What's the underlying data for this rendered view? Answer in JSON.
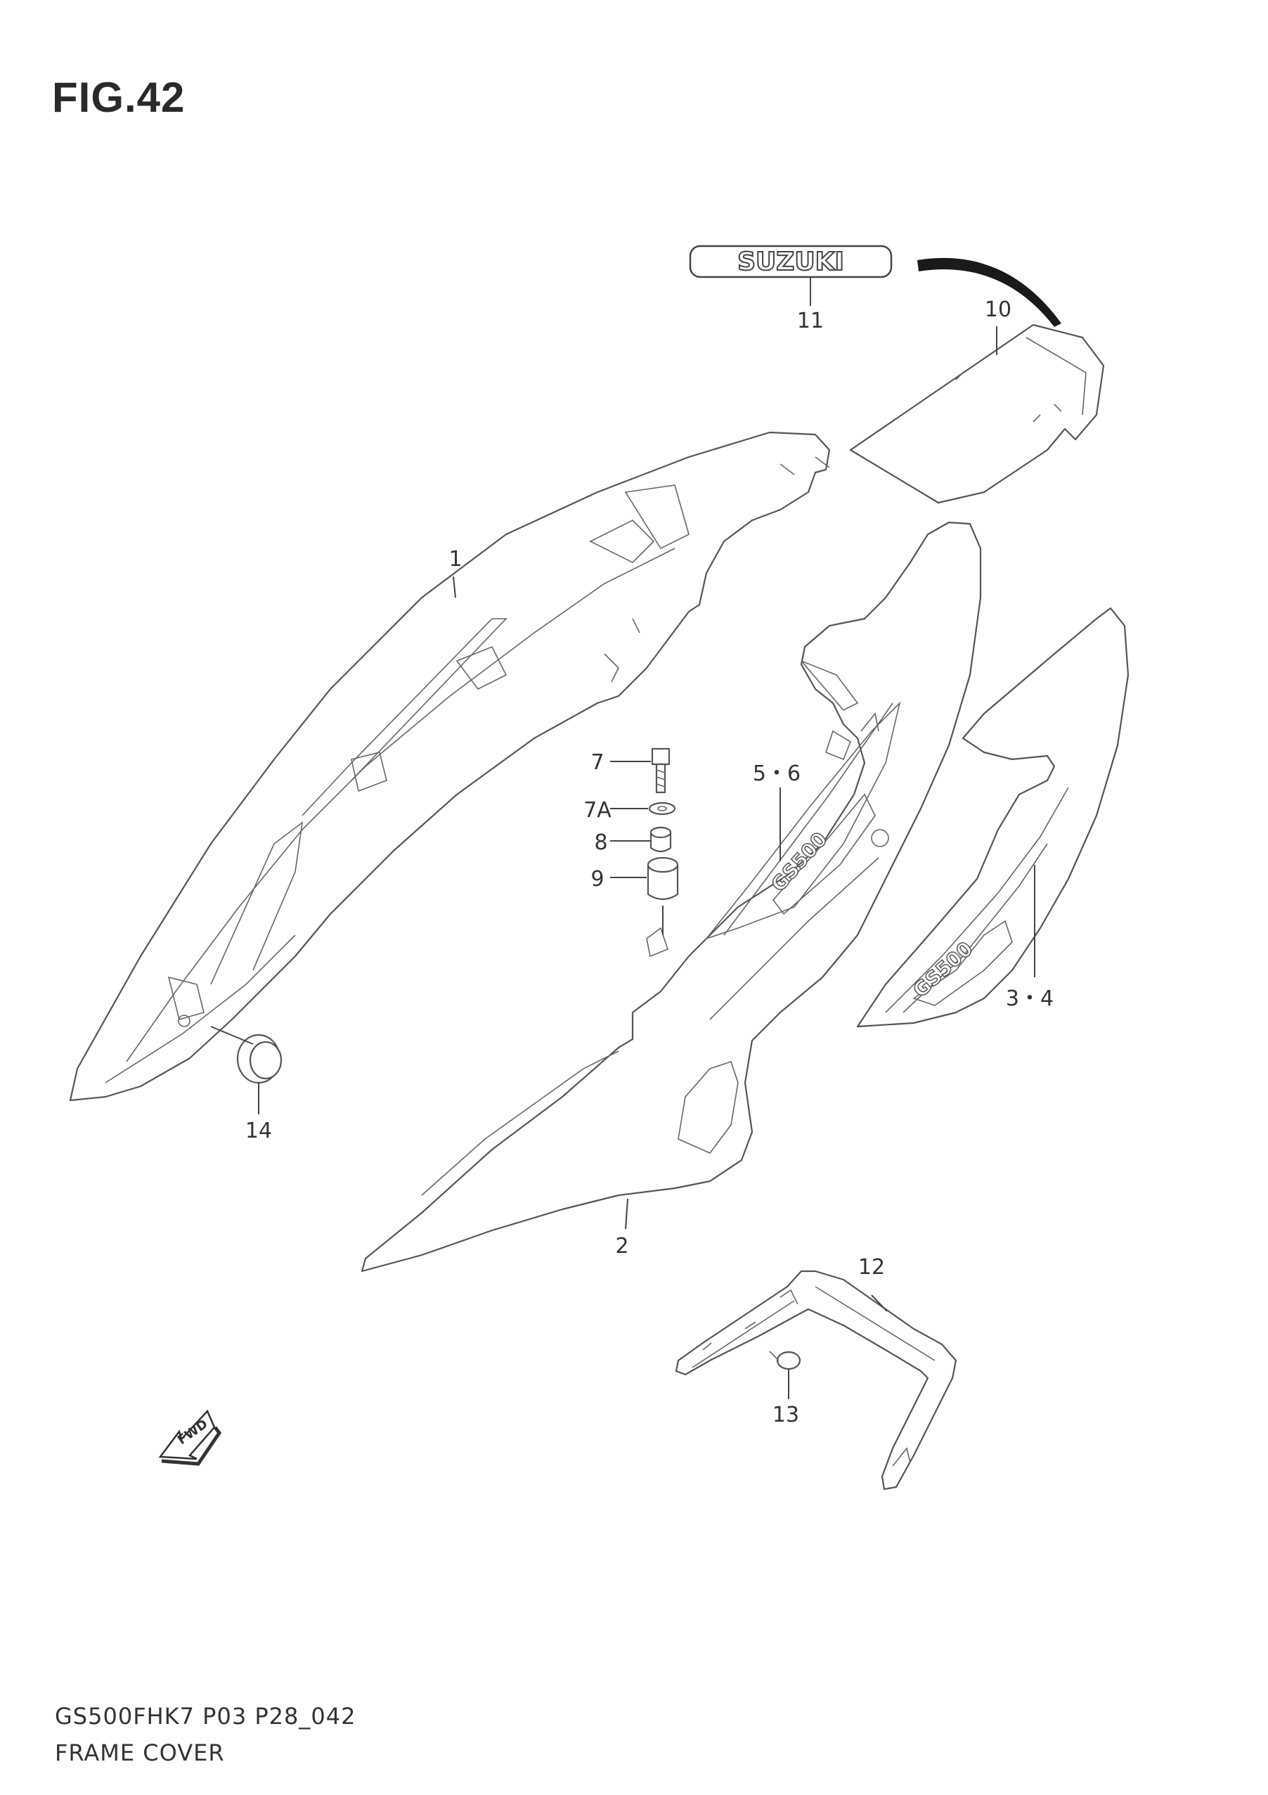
{
  "figure": {
    "title": "FIG.42",
    "model_code": "GS500FHK7 P03 P28_042",
    "section_name": "FRAME COVER"
  },
  "decals": {
    "brand_emblem": "SUZUKI",
    "model_emblem": "GS500",
    "direction_arrow": "FWD"
  },
  "callouts": [
    {
      "id": "c1",
      "label": "1"
    },
    {
      "id": "c2",
      "label": "2"
    },
    {
      "id": "c34",
      "label": "3・4"
    },
    {
      "id": "c56",
      "label": "5・6"
    },
    {
      "id": "c7",
      "label": "7"
    },
    {
      "id": "c7a",
      "label": "7A"
    },
    {
      "id": "c8",
      "label": "8"
    },
    {
      "id": "c9",
      "label": "9"
    },
    {
      "id": "c10",
      "label": "10"
    },
    {
      "id": "c11",
      "label": "11"
    },
    {
      "id": "c12",
      "label": "12"
    },
    {
      "id": "c13",
      "label": "13"
    },
    {
      "id": "c14",
      "label": "14"
    }
  ]
}
